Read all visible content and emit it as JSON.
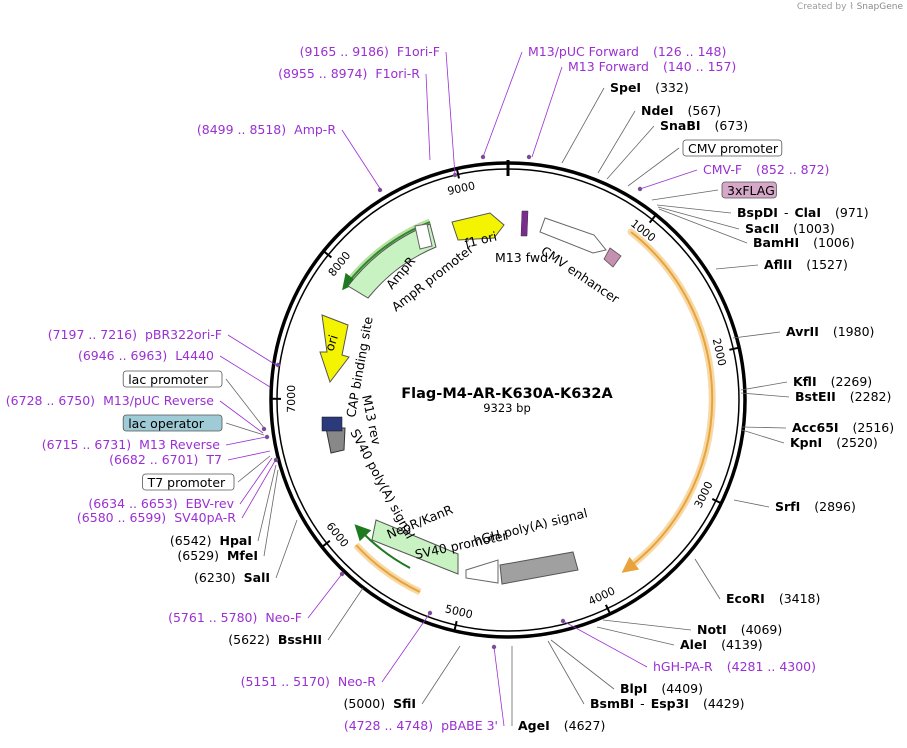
{
  "credit": {
    "text": "Created by",
    "brand": "SnapGene"
  },
  "plasmid": {
    "name": "Flag-M4-AR-K630A-K632A",
    "size": "9323 bp"
  },
  "ticks": [
    {
      "value": 1000,
      "label": "1000"
    },
    {
      "value": 2000,
      "label": "2000"
    },
    {
      "value": 3000,
      "label": "3000"
    },
    {
      "value": 4000,
      "label": "4000"
    },
    {
      "value": 5000,
      "label": "5000"
    },
    {
      "value": 6000,
      "label": "6000"
    },
    {
      "value": 7000,
      "label": "7000"
    },
    {
      "value": 8000,
      "label": "8000"
    },
    {
      "value": 9000,
      "label": "9000"
    }
  ],
  "features": {
    "f1ori": "f1 ori",
    "m13fwd": "M13 fwd",
    "cmv_enhancer": "CMV enhancer",
    "ampr": "AmpR",
    "ampr_promoter": "AmpR promoter",
    "ori": "ori",
    "cap": "CAP binding site",
    "m13rev": "M13 rev",
    "sv40polya": "SV40 poly(A) signal",
    "neor": "NeoR/KanR",
    "sv40promoter": "SV40 promoter",
    "hgh": "hGH poly(A) signal"
  },
  "colors": {
    "primer": "#9b2fd3",
    "orf": "#e8a33c",
    "ampr": "#c8f2c2",
    "ori": "#f4f400",
    "lac_operator": "#9ecbd6",
    "flag": "#d6a8c8"
  },
  "labels": [
    {
      "type": "primer",
      "name": "F1ori-F",
      "pos": "(9165 .. 9186)"
    },
    {
      "type": "primer",
      "name": "F1ori-R",
      "pos": "(8955 .. 8974)"
    },
    {
      "type": "primer",
      "name": "M13/pUC Forward",
      "pos": "(126 .. 148)"
    },
    {
      "type": "primer",
      "name": "M13 Forward",
      "pos": "(140 .. 157)"
    },
    {
      "type": "enzyme",
      "name": "SpeI",
      "pos": "(332)"
    },
    {
      "type": "enzyme",
      "name": "NdeI",
      "pos": "(567)"
    },
    {
      "type": "enzyme",
      "name": "SnaBI",
      "pos": "(673)"
    },
    {
      "type": "box",
      "name": "CMV promoter",
      "pos": ""
    },
    {
      "type": "primer",
      "name": "CMV-F",
      "pos": "(852 .. 872)"
    },
    {
      "type": "box",
      "name": "3xFLAG",
      "pos": ""
    },
    {
      "type": "enzyme2",
      "name": "BspDI",
      "name2": "ClaI",
      "pos": "(971)"
    },
    {
      "type": "enzyme",
      "name": "SacII",
      "pos": "(1003)"
    },
    {
      "type": "enzyme",
      "name": "BamHI",
      "pos": "(1006)"
    },
    {
      "type": "enzyme",
      "name": "AflII",
      "pos": "(1527)"
    },
    {
      "type": "enzyme",
      "name": "AvrII",
      "pos": "(1980)"
    },
    {
      "type": "enzyme",
      "name": "KflI",
      "pos": "(2269)"
    },
    {
      "type": "enzyme",
      "name": "BstEII",
      "pos": "(2282)"
    },
    {
      "type": "enzyme",
      "name": "Acc65I",
      "pos": "(2516)"
    },
    {
      "type": "enzyme",
      "name": "KpnI",
      "pos": "(2520)"
    },
    {
      "type": "enzyme",
      "name": "SrfI",
      "pos": "(2896)"
    },
    {
      "type": "enzyme",
      "name": "EcoRI",
      "pos": "(3418)"
    },
    {
      "type": "enzyme",
      "name": "NotI",
      "pos": "(4069)"
    },
    {
      "type": "enzyme",
      "name": "AleI",
      "pos": "(4139)"
    },
    {
      "type": "primer",
      "name": "hGH-PA-R",
      "pos": "(4281 .. 4300)"
    },
    {
      "type": "enzyme",
      "name": "BlpI",
      "pos": "(4409)"
    },
    {
      "type": "enzyme2",
      "name": "BsmBI",
      "name2": "Esp3I",
      "pos": "(4429)"
    },
    {
      "type": "enzyme",
      "name": "AgeI",
      "pos": "(4627)"
    },
    {
      "type": "primer",
      "name": "pBABE 3'",
      "pos": "(4728 .. 4748)"
    },
    {
      "type": "enzyme",
      "name": "SfiI",
      "pos": "(5000)"
    },
    {
      "type": "primer",
      "name": "Neo-R",
      "pos": "(5151 .. 5170)"
    },
    {
      "type": "enzyme",
      "name": "BssHII",
      "pos": "(5622)"
    },
    {
      "type": "primer",
      "name": "Neo-F",
      "pos": "(5761 .. 5780)"
    },
    {
      "type": "enzyme",
      "name": "SalI",
      "pos": "(6230)"
    },
    {
      "type": "enzyme",
      "name": "MfeI",
      "pos": "(6529)"
    },
    {
      "type": "enzyme",
      "name": "HpaI",
      "pos": "(6542)"
    },
    {
      "type": "primer",
      "name": "SV40pA-R",
      "pos": "(6580 .. 6599)"
    },
    {
      "type": "primer",
      "name": "EBV-rev",
      "pos": "(6634 .. 6653)"
    },
    {
      "type": "box",
      "name": "T7 promoter",
      "pos": ""
    },
    {
      "type": "primer",
      "name": "T7",
      "pos": "(6682 .. 6701)"
    },
    {
      "type": "primer",
      "name": "M13 Reverse",
      "pos": "(6715 .. 6731)"
    },
    {
      "type": "box",
      "name": "lac operator",
      "pos": ""
    },
    {
      "type": "primer",
      "name": "M13/pUC Reverse",
      "pos": "(6728 .. 6750)"
    },
    {
      "type": "box",
      "name": "lac promoter",
      "pos": ""
    },
    {
      "type": "primer",
      "name": "L4440",
      "pos": "(6946 .. 6963)"
    },
    {
      "type": "primer",
      "name": "pBR322ori-F",
      "pos": "(7197 .. 7216)"
    },
    {
      "type": "primer",
      "name": "Amp-R",
      "pos": "(8499 .. 8518)"
    }
  ]
}
